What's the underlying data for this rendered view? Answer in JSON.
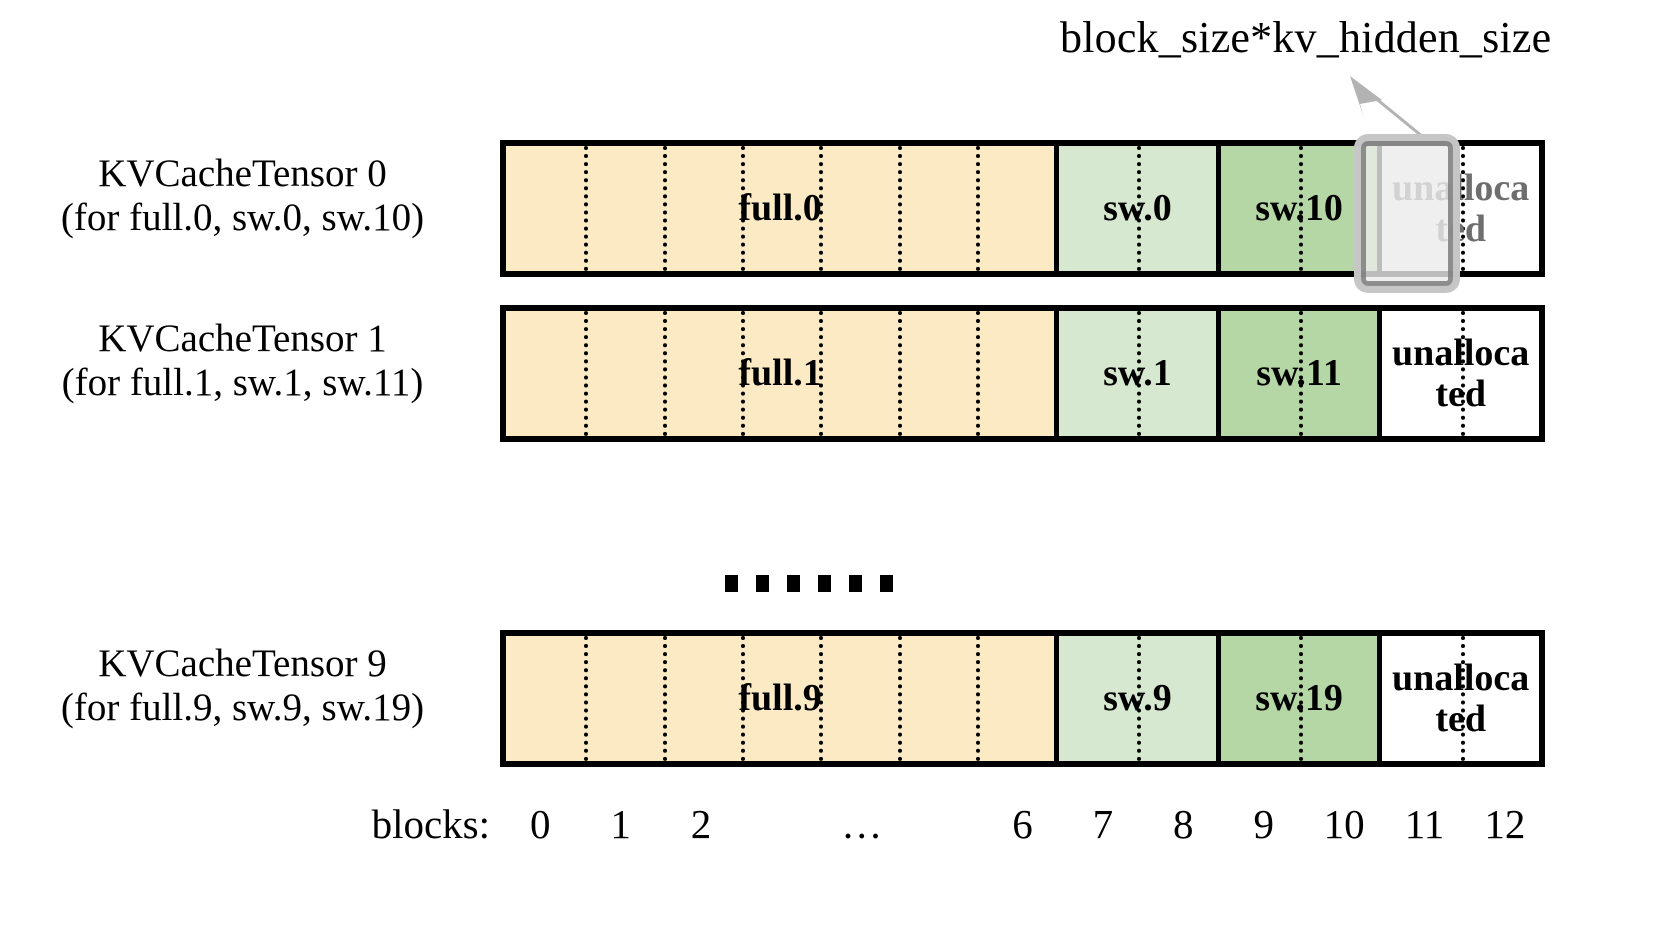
{
  "annotation": {
    "text": "block_size*kv_hidden_size",
    "arrow_color": "#b3b3b3",
    "target": "unallocated block 11 of KVCacheTensor 0"
  },
  "colors": {
    "full_fill": "#fceac4",
    "sw_low_fill": "#d6e8d0",
    "sw_high_fill": "#b5d6a5",
    "unallocated_fill": "#ffffff",
    "outline": "#000000",
    "highlight_outer": "#c4c4c4",
    "highlight_inner": "#7c7c7c",
    "highlight_fill": "#ebebeb",
    "muted_text": "#6e6e6e"
  },
  "rows": [
    {
      "label_line1": "KVCacheTensor 0",
      "label_line2": "(for full.0, sw.0, sw.10)",
      "segments": [
        {
          "name": "full.0",
          "blocks": 7,
          "fill": "full_fill",
          "dividers": 6
        },
        {
          "name": "sw.0",
          "blocks": 2,
          "fill": "sw_low_fill",
          "dividers": 1
        },
        {
          "name": "sw.10",
          "blocks": 2,
          "fill": "sw_high_fill",
          "dividers": 1
        },
        {
          "name": "unalloca\nted",
          "blocks": 2,
          "fill": "unallocated_fill",
          "dividers": 1
        }
      ],
      "highlighted": true
    },
    {
      "label_line1": "KVCacheTensor 1",
      "label_line2": "(for full.1, sw.1, sw.11)",
      "segments": [
        {
          "name": "full.1",
          "blocks": 7,
          "fill": "full_fill",
          "dividers": 6
        },
        {
          "name": "sw.1",
          "blocks": 2,
          "fill": "sw_low_fill",
          "dividers": 1
        },
        {
          "name": "sw.11",
          "blocks": 2,
          "fill": "sw_high_fill",
          "dividers": 1
        },
        {
          "name": "unalloca\nted",
          "blocks": 2,
          "fill": "unallocated_fill",
          "dividers": 1
        }
      ],
      "highlighted": false
    },
    {
      "label_line1": "KVCacheTensor 9",
      "label_line2": "(for full.9, sw.9, sw.19)",
      "segments": [
        {
          "name": "full.9",
          "blocks": 7,
          "fill": "full_fill",
          "dividers": 6
        },
        {
          "name": "sw.9",
          "blocks": 2,
          "fill": "sw_low_fill",
          "dividers": 1
        },
        {
          "name": "sw.19",
          "blocks": 2,
          "fill": "sw_high_fill",
          "dividers": 1
        },
        {
          "name": "unalloca\nted",
          "blocks": 2,
          "fill": "unallocated_fill",
          "dividers": 1
        }
      ],
      "highlighted": false
    }
  ],
  "vertical_ellipsis": {
    "dot_count": 6
  },
  "axis": {
    "title": "blocks:",
    "ticks": [
      "0",
      "1",
      "2",
      "…",
      "6",
      "7",
      "8",
      "9",
      "10",
      "11",
      "12"
    ],
    "tick_block_spans": [
      1,
      1,
      1,
      3,
      1,
      1,
      1,
      1,
      1,
      1,
      1
    ]
  }
}
